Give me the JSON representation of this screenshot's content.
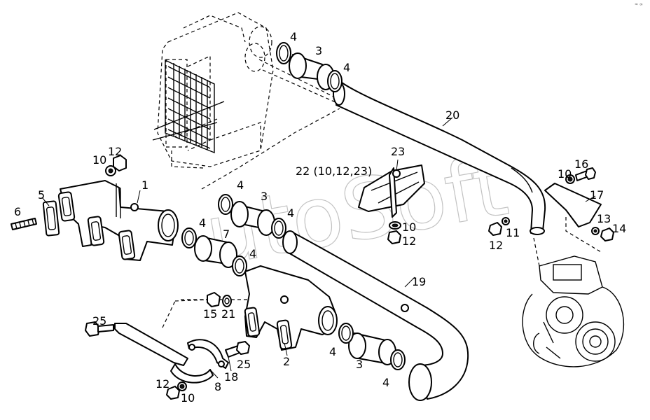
{
  "watermark": "utoSoft",
  "corner_mark": "≈ ∞",
  "callouts": {
    "c1": "1",
    "c2": "2",
    "c3_top": "3",
    "c3_mid": "3",
    "c3_bot": "3",
    "c4_top_a": "4",
    "c4_top_b": "4",
    "c4_mid_a": "4",
    "c4_mid_b": "4",
    "c4_left": "4",
    "c4_left_b": "4",
    "c4_bot_a": "4",
    "c4_bot_b": "4",
    "c5": "5",
    "c6": "6",
    "c7": "7",
    "c8": "8",
    "c10_left": "10",
    "c10_mid": "10",
    "c10_right": "10",
    "c10_bot": "10",
    "c11": "11",
    "c12_left": "12",
    "c12_mid": "12",
    "c12_right": "12",
    "c12_bot": "12",
    "c13": "13",
    "c14": "14",
    "c15": "15",
    "c16": "16",
    "c17": "17",
    "c18": "18",
    "c19": "19",
    "c20": "20",
    "c21": "21",
    "c22": "22 (10,12,23)",
    "c23": "23",
    "c25_left": "25",
    "c25_right": "25"
  }
}
